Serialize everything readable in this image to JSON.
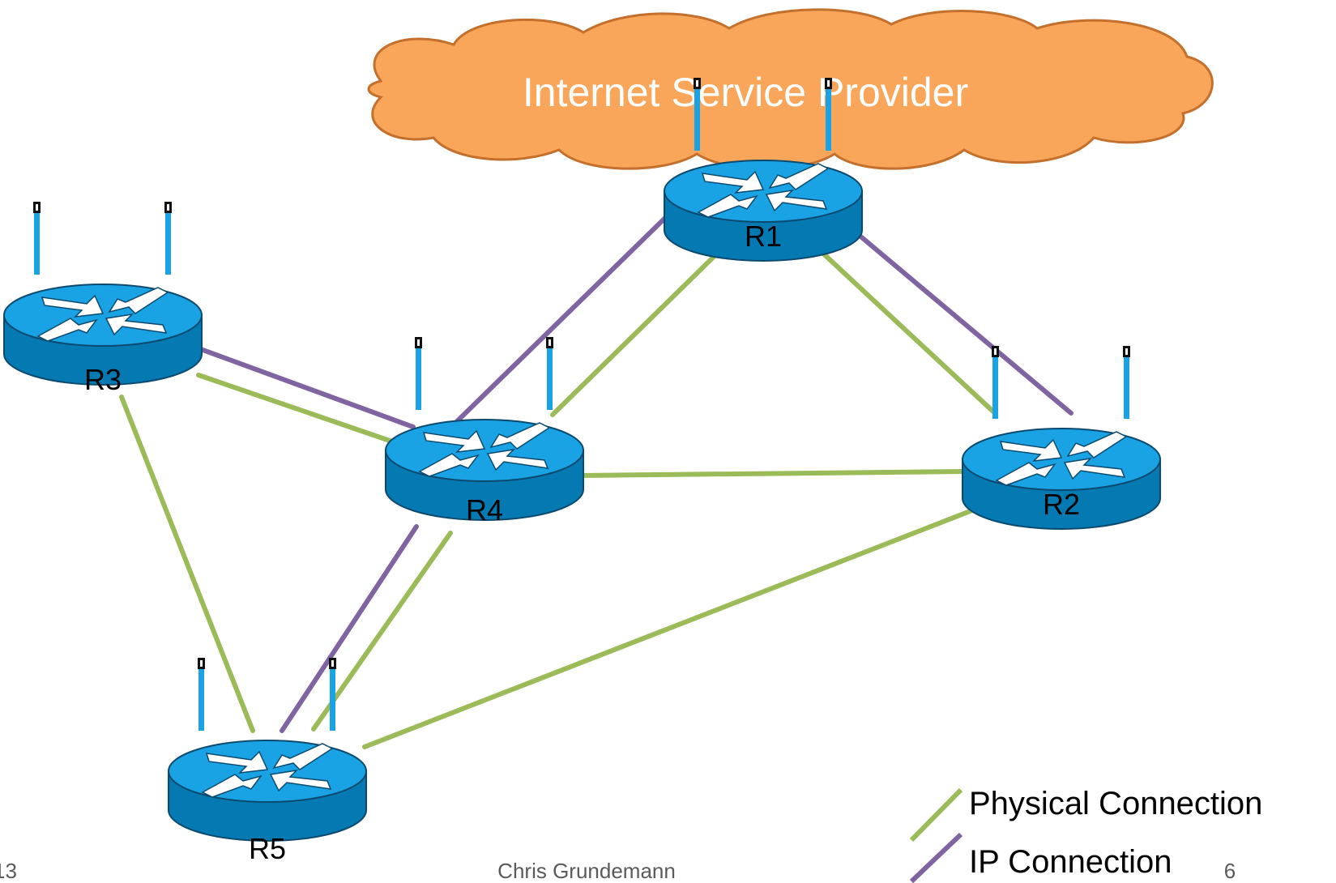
{
  "colors": {
    "physical": "#9bbb59",
    "ip": "#8064a2",
    "cloud_fill": "#f9a65a",
    "cloud_stroke": "#c4702c",
    "router_top": "#19a3e4",
    "router_side": "#0579b2",
    "router_edge": "#0b4a6e"
  },
  "cloud": {
    "label": "Internet Service Provider"
  },
  "routers": [
    {
      "id": "R1",
      "label": "R1"
    },
    {
      "id": "R2",
      "label": "R2"
    },
    {
      "id": "R3",
      "label": "R3"
    },
    {
      "id": "R4",
      "label": "R4"
    },
    {
      "id": "R5",
      "label": "R5"
    }
  ],
  "connections": {
    "physical": [
      [
        "R1",
        "R4"
      ],
      [
        "R1",
        "R2"
      ],
      [
        "R3",
        "R4"
      ],
      [
        "R3",
        "R5"
      ],
      [
        "R4",
        "R2"
      ],
      [
        "R4",
        "R5"
      ],
      [
        "R2",
        "R5"
      ]
    ],
    "ip": [
      [
        "R1",
        "R4"
      ],
      [
        "R1",
        "R2"
      ],
      [
        "R3",
        "R4"
      ],
      [
        "R4",
        "R5"
      ]
    ]
  },
  "legend": {
    "physical_label": "Physical Connection",
    "ip_label": "IP Connection"
  },
  "footer": {
    "left_text": "13",
    "author": "Chris Grundemann",
    "page_number": "6"
  }
}
